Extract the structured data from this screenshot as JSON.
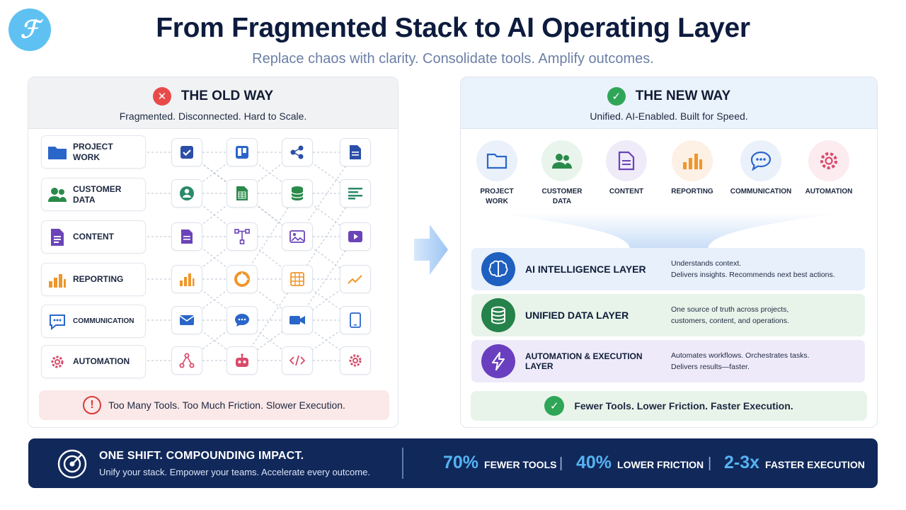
{
  "header": {
    "logo_glyph": "ℱ",
    "title": "From Fragmented Stack to AI Operating Layer",
    "subtitle": "Replace chaos with clarity. Consolidate tools. Amplify outcomes."
  },
  "old_way": {
    "title": "THE OLD WAY",
    "subtitle": "Fragmented. Disconnected. Hard to Scale.",
    "rows": [
      {
        "line1": "PROJECT",
        "line2": "WORK",
        "icon": "folder-icon"
      },
      {
        "line1": "CUSTOMER",
        "line2": "DATA",
        "icon": "users-icon"
      },
      {
        "line1": "CONTENT",
        "line2": "",
        "icon": "document-icon"
      },
      {
        "line1": "REPORTING",
        "line2": "",
        "icon": "bar-chart-icon"
      },
      {
        "line1": "COMMUNICATION",
        "line2": "",
        "icon": "chat-icon"
      },
      {
        "line1": "AUTOMATION",
        "line2": "",
        "icon": "gear-icon"
      }
    ],
    "tool_icons": [
      [
        "checkbox-icon",
        "kanban-icon",
        "network-icon",
        "doc-icon"
      ],
      [
        "user-circle-icon",
        "spreadsheet-icon",
        "database-icon",
        "text-lines-icon"
      ],
      [
        "document-icon",
        "vector-icon",
        "image-icon",
        "video-icon"
      ],
      [
        "bar-chart-icon",
        "pie-chart-icon",
        "table-icon",
        "trend-icon"
      ],
      [
        "mail-icon",
        "chat-icon",
        "video-camera-icon",
        "tablet-icon"
      ],
      [
        "workflow-icon",
        "robot-icon",
        "code-icon",
        "gear-icon"
      ]
    ],
    "warning": "Too Many Tools. Too Much Friction. Slower Execution."
  },
  "new_way": {
    "title": "THE NEW WAY",
    "subtitle": "Unified. AI-Enabled. Built for Speed.",
    "categories": [
      {
        "line1": "PROJECT",
        "line2": "WORK",
        "icon": "folder-icon"
      },
      {
        "line1": "CUSTOMER",
        "line2": "DATA",
        "icon": "users-icon"
      },
      {
        "line1": "CONTENT",
        "line2": "",
        "icon": "document-icon"
      },
      {
        "line1": "REPORTING",
        "line2": "",
        "icon": "bar-chart-icon"
      },
      {
        "line1": "COMMUNICATION",
        "line2": "",
        "icon": "chat-icon"
      },
      {
        "line1": "AUTOMATION",
        "line2": "",
        "icon": "gear-icon"
      }
    ],
    "layers": [
      {
        "title": "AI INTELLIGENCE LAYER",
        "desc1": "Understands context.",
        "desc2": "Delivers insights. Recommends next best actions.",
        "icon": "brain-icon"
      },
      {
        "title": "UNIFIED DATA LAYER",
        "desc1": "One source of truth across projects,",
        "desc2": "customers, content, and operations.",
        "icon": "database-icon"
      },
      {
        "title": "AUTOMATION & EXECUTION LAYER",
        "desc1": "Automates workflows. Orchestrates tasks.",
        "desc2": "Delivers results—faster.",
        "icon": "lightning-icon"
      }
    ],
    "result": "Fewer Tools. Lower Friction. Faster Execution."
  },
  "banner": {
    "title": "ONE SHIFT. COMPOUNDING IMPACT.",
    "subtitle": "Unify your stack. Empower your teams. Accelerate every outcome.",
    "stats": [
      {
        "value": "70%",
        "label": "FEWER TOOLS"
      },
      {
        "value": "40%",
        "label": "LOWER FRICTION"
      },
      {
        "value": "2-3x",
        "label": "FASTER EXECUTION"
      }
    ]
  },
  "colors": {
    "navy": "#11285a",
    "accent_blue": "#55b3f2",
    "red": "#e84a4a",
    "green": "#2fa657"
  }
}
